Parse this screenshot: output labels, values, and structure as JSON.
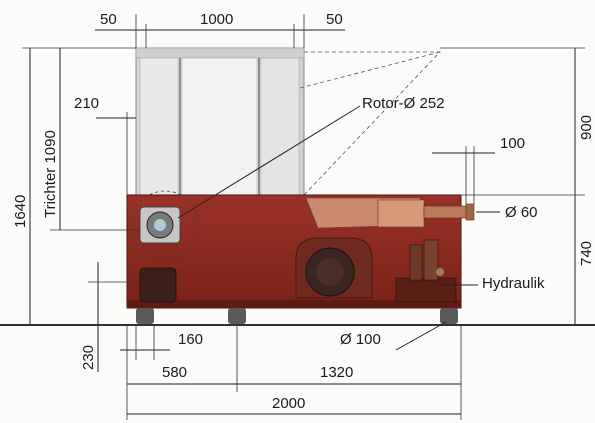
{
  "dimensions": {
    "top_left_margin": "50",
    "top_width": "1000",
    "top_right_margin": "50",
    "height_total": "1640",
    "hopper_height": "Trichter 1090",
    "hopper_offset": "210",
    "rotor": "Rotor-Ø 252",
    "upper_height": "900",
    "outlet_offset": "100",
    "outlet_diameter": "Ø 60",
    "lower_height": "740",
    "hydraulic": "Hydraulik",
    "foot_height": "230",
    "foot_offset": "160",
    "foot_diameter": "Ø 100",
    "left_width": "580",
    "right_width": "1320",
    "total_width": "2000"
  },
  "colors": {
    "machine_body": "#8a2a22",
    "machine_dark": "#5e1a14",
    "hopper_frame": "#c9c9c9",
    "hopper_glass": "#e6e6e6",
    "motor": "#3a2520",
    "floor": "#333333"
  }
}
